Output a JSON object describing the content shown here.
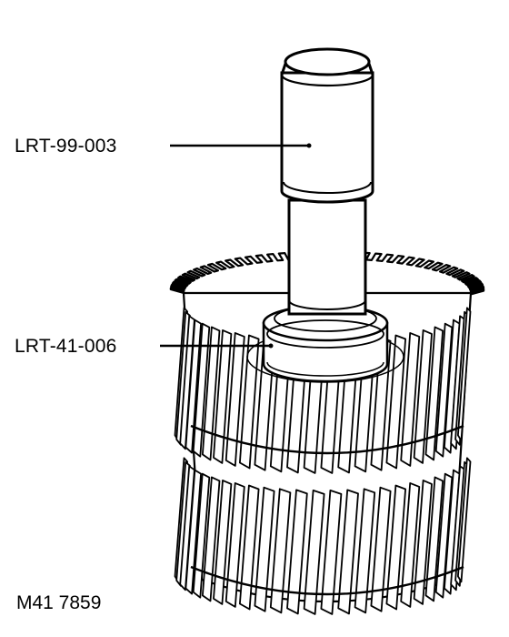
{
  "callouts": {
    "tool_upper": "LRT-99-003",
    "tool_lower": "LRT-41-006"
  },
  "figure_ref": "M41 7859",
  "colors": {
    "ink": "#000000",
    "paper": "#ffffff"
  },
  "icons": [
    "drift-tool-icon",
    "adapter-ring-icon",
    "double-helical-gear-icon"
  ]
}
